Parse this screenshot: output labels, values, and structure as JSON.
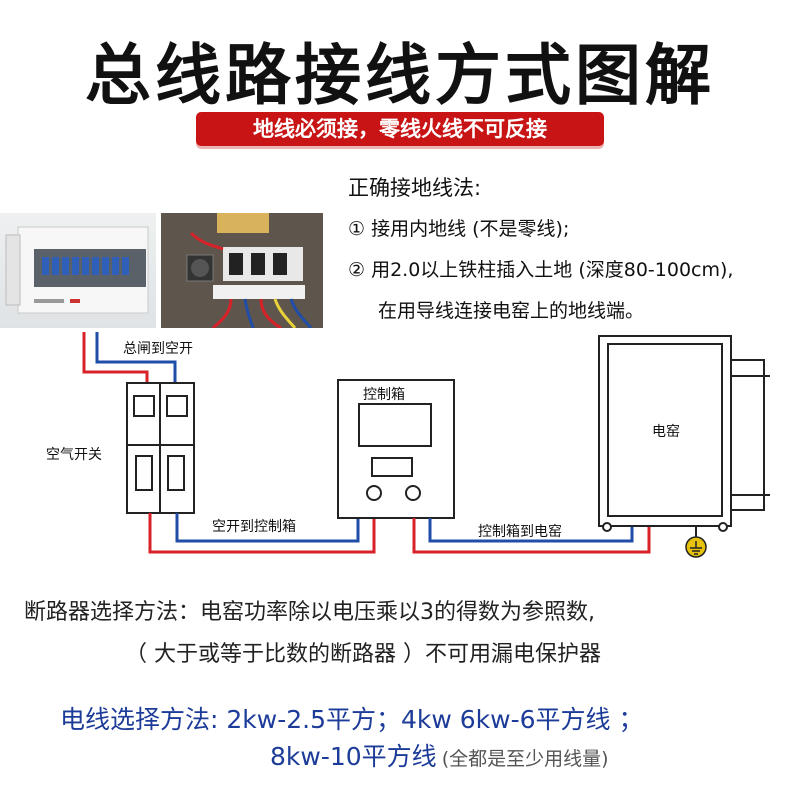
{
  "title": "总线路接线方式图解",
  "banner": "地线必须接，零线火线不可反接",
  "grounding": {
    "heading": "正确接地线法:",
    "line1": "① 接用内地线 (不是零线);",
    "line2": "② 用2.0以上铁柱插入土地 (深度80-100cm),",
    "line3": "在用导线连接电窑上的地线端。"
  },
  "labels": {
    "main_to_breaker": "总闸到空开",
    "air_switch": "空气开关",
    "breaker_to_control": "空开到控制箱",
    "control_box": "控制箱",
    "control_to_kiln": "控制箱到电窑",
    "kiln": "电窑"
  },
  "breaker_method": {
    "line1": "断路器选择方法：电窑功率除以电压乘以3的得数为参照数,",
    "line2": "（ 大于或等于比数的断路器 ）不可用漏电保护器"
  },
  "wire_method": {
    "line1": "电线选择方法:  2kw-2.5平方；4kw  6kw-6平方线  ；",
    "line2": "8kw-10平方线",
    "note": "(全都是至少用线量)"
  },
  "colors": {
    "live": "#d8222a",
    "neutral": "#1f4da8",
    "banner": "#c81414",
    "ground": "#e8c20a"
  }
}
